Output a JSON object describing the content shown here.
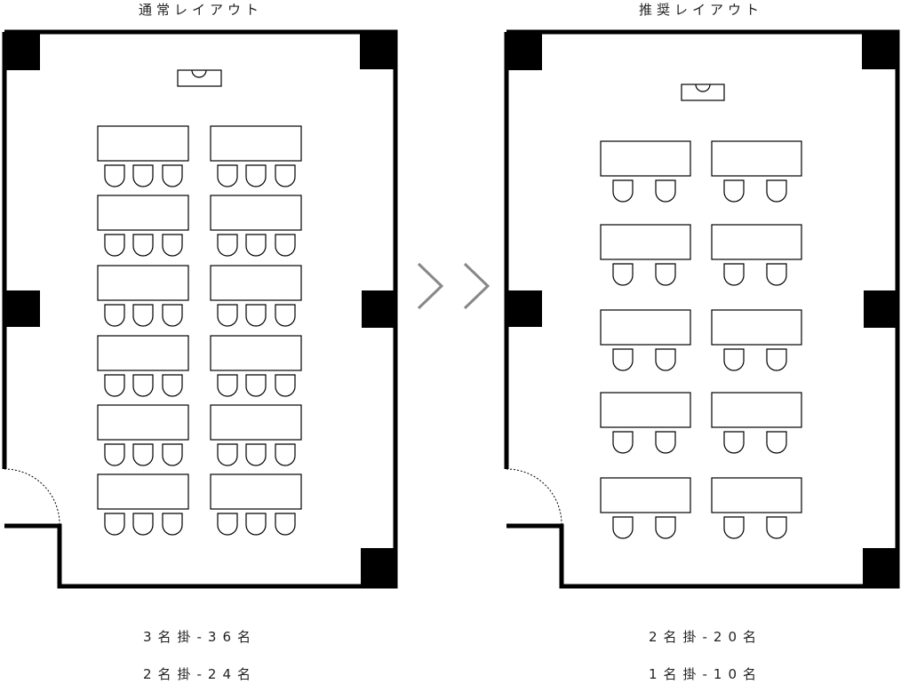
{
  "layouts": {
    "normal": {
      "title": "通常レイアウト",
      "captions": [
        "3名掛-36名",
        "2名掛-24名"
      ],
      "seats_per_table": 3
    },
    "recommended": {
      "title": "推奨レイアウト",
      "captions": [
        "2名掛-20名",
        "1名掛-10名"
      ],
      "seats_per_table": 2
    }
  },
  "arrow": "next-arrow-icon"
}
